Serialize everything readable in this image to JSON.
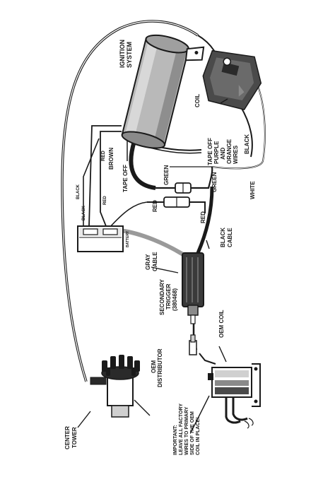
{
  "labels": {
    "ignition_system": [
      "IGNITION",
      "SYSTEM"
    ],
    "coil": "COIL",
    "tape_off_wires": [
      "TAPE OFF",
      "PURPLE",
      "AND",
      "ORANGE",
      "WIRES"
    ],
    "black_right": "BLACK",
    "white": "WHITE",
    "brown": "BROWN",
    "red_top": "RED",
    "tape_off": "TAPE OFF",
    "green_left": "GREEN",
    "green_right": "GREEN",
    "black_left": "BLACK",
    "black_small": "BLACK",
    "red_small": "RED",
    "red_left": "RED",
    "red_right": "RED",
    "battery": "BATTERY",
    "gray_cable": [
      "GRAY",
      "CABLE"
    ],
    "black_cable": [
      "BLACK",
      "CABLE"
    ],
    "secondary_trigger": [
      "SECONDARY",
      "TRIGGER",
      "(380468)"
    ],
    "oem_coil": "OEM COIL",
    "oem_distributor": [
      "OEM",
      "DISTRIBUTOR"
    ],
    "important": [
      "IMPORTANT:",
      "LEAVE ALL FACTORY",
      "WIRES TO PRIMARY",
      "SIDE OF THE OEM",
      "COIL IN PLACE!"
    ],
    "center_tower": [
      "CENTER",
      "TOWER"
    ]
  },
  "colors": {
    "line": "#1a1a1a",
    "ignition_body": "#b9b9b9",
    "coil_body": "#4a4a4a",
    "cable_gray": "#9a9a9a",
    "background": "#ffffff"
  }
}
